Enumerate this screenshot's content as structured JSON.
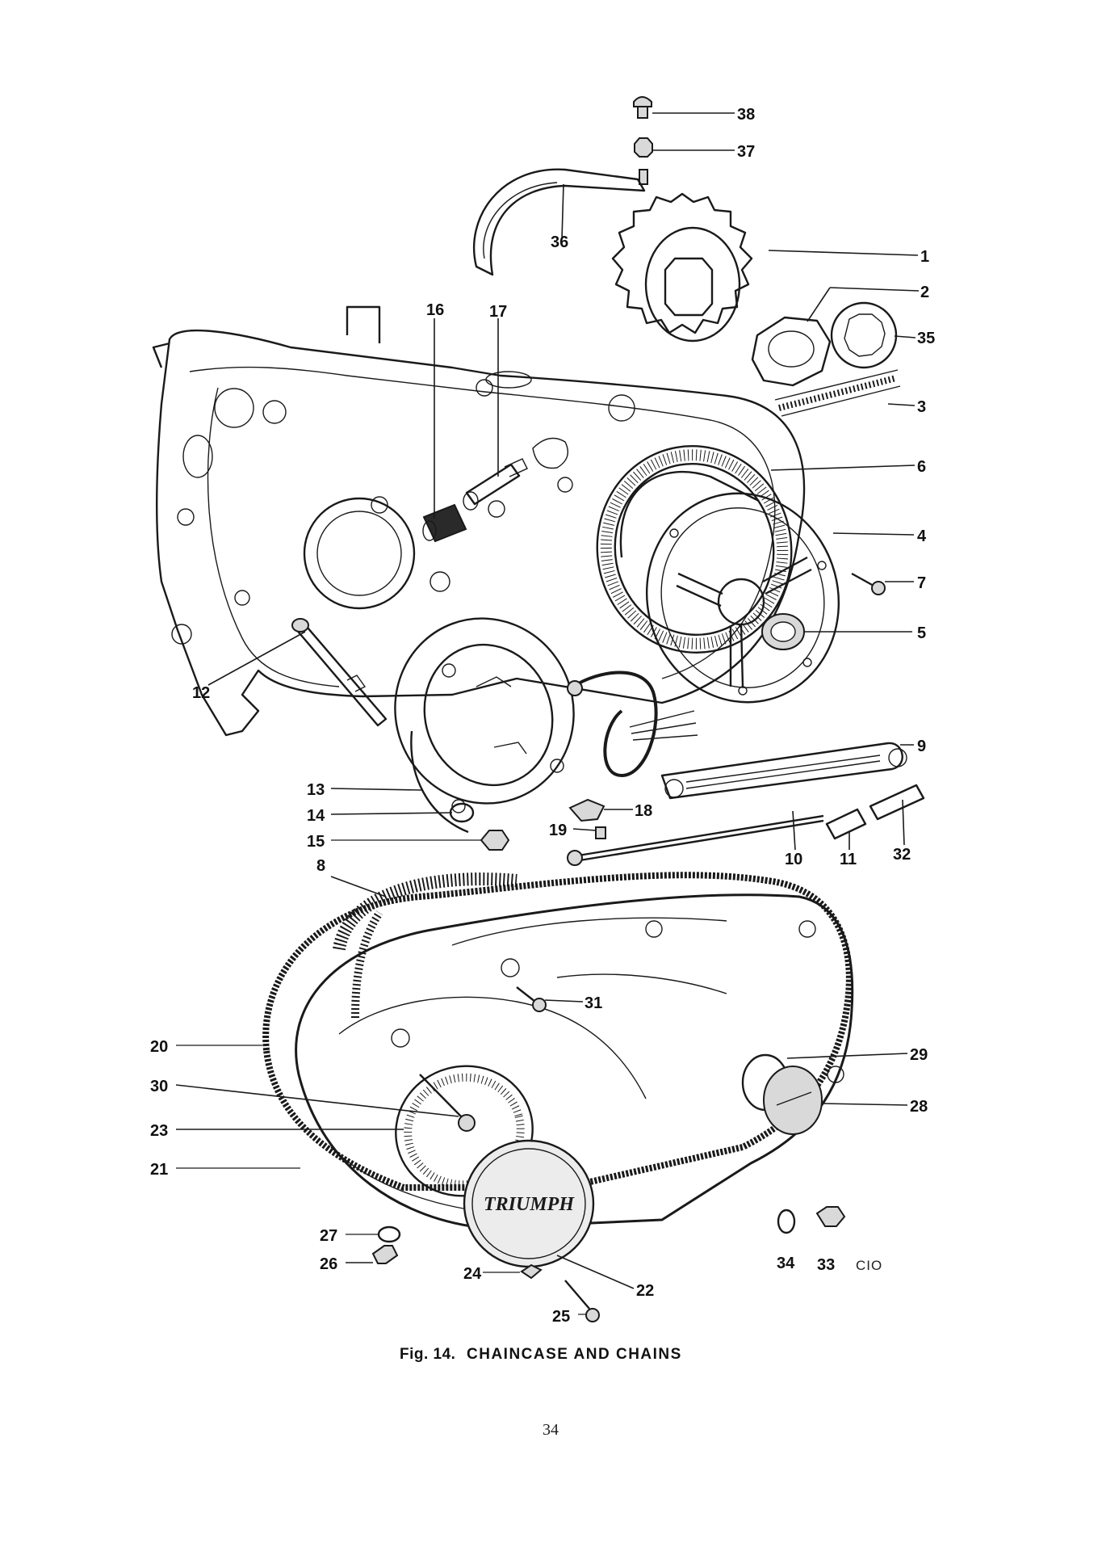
{
  "caption": {
    "prefix": "Fig. 14.",
    "title": "CHAINCASE AND CHAINS"
  },
  "page_number": "34",
  "drawing_code": "CIO",
  "logo_text": "TRIUMPH",
  "callouts": {
    "n1": "1",
    "n2": "2",
    "n3": "3",
    "n4": "4",
    "n5": "5",
    "n6": "6",
    "n7": "7",
    "n8": "8",
    "n9": "9",
    "n10": "10",
    "n11": "11",
    "n12": "12",
    "n13": "13",
    "n14": "14",
    "n15": "15",
    "n16": "16",
    "n17": "17",
    "n18": "18",
    "n19": "19",
    "n20": "20",
    "n21": "21",
    "n22": "22",
    "n23": "23",
    "n24": "24",
    "n25": "25",
    "n26": "26",
    "n27": "27",
    "n28": "28",
    "n29": "29",
    "n30": "30",
    "n31": "31",
    "n32": "32",
    "n33": "33",
    "n34": "34",
    "n35": "35",
    "n36": "36",
    "n37": "37",
    "n38": "38"
  }
}
